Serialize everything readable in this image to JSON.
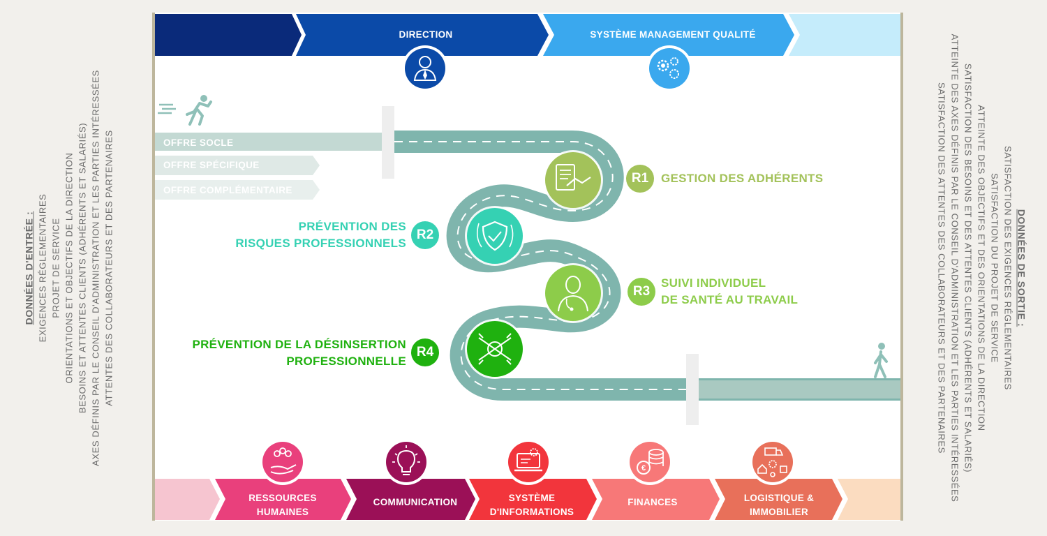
{
  "inputs": {
    "title": "DONNÉES D'ENTRÉE :",
    "items": [
      "EXIGENCES RÉGLEMENTAIRES",
      "PROJET DE SERVICE",
      "ORIENTATIONS ET OBJECTIFS DE LA DIRECTION",
      "BESOINS ET ATTENTES CLIENTS (ADHÉRENTS ET SALARIÉS)",
      "AXES DÉFINIS PAR LE CONSEIL D'ADMINISTRATION ET LES PARTIES INTÉRESSÉES",
      "ATTENTES DES COLLABORATEURS ET DES PARTENAIRES"
    ]
  },
  "outputs": {
    "title": "DONNÉES DE SORTIE :",
    "items": [
      "SATISFACTION DES EXIGENCES RÉGLEMENTAIRES",
      "SATISFACTION DU PROJET DE SERVICE",
      "ATTEINTE DES OBJECTIFS ET DES ORIENTATIONS DE LA DIRECTION",
      "SATISFACTION DES BESOINS ET DES ATTENTES CLIENTS (ADHÉRENTS ET SALARIÉS)",
      "ATTEINTE DES AXES DÉFINIS PAR LE CONSEIL D'ADMINISTRATION ET LES PARTIES INTÉRESSÉES",
      "SATISFACTION DES ATTENTES DES COLLABORATEURS ET DES PARTENAIRES"
    ]
  },
  "top_processes": {
    "direction": "DIRECTION",
    "qms": "SYSTÈME MANAGEMENT QUALITÉ",
    "colors": [
      "#0a2a7a",
      "#0b4aa8",
      "#3aa8ee",
      "#c5ecfb"
    ]
  },
  "offers": [
    "OFFRE SOCLE",
    "OFFRE SPÉCIFIQUE",
    "OFFRE COMPLÉMENTAIRE"
  ],
  "core_processes": [
    {
      "badge": "R1",
      "title_lines": [
        "GESTION DES ADHÉRENTS"
      ],
      "color": "#a3c25a",
      "icon": "handshake-contract-icon"
    },
    {
      "badge": "R2",
      "title_lines": [
        "PRÉVENTION DES",
        "RISQUES PROFESSIONNELS"
      ],
      "color": "#35d1b3",
      "icon": "shield-icon"
    },
    {
      "badge": "R3",
      "title_lines": [
        "SUIVI INDIVIDUEL",
        "DE SANTÉ AU TRAVAIL"
      ],
      "color": "#8dcc4a",
      "icon": "doctor-icon"
    },
    {
      "badge": "R4",
      "title_lines": [
        "PRÉVENTION DE LA DÉSINSERTION",
        "PROFESSIONNELLE"
      ],
      "color": "#1fb10f",
      "icon": "hands-together-icon"
    }
  ],
  "support_processes": [
    {
      "lines": [
        "RESSOURCES",
        "HUMAINES"
      ],
      "color": "#e9407c",
      "icon": "people-hand-icon"
    },
    {
      "lines": [
        "COMMUNICATION"
      ],
      "color": "#9b1057",
      "icon": "lightbulb-icon"
    },
    {
      "lines": [
        "SYSTÈME",
        "D'INFORMATIONS"
      ],
      "color": "#f2353c",
      "icon": "laptop-gears-icon"
    },
    {
      "lines": [
        "FINANCES"
      ],
      "color": "#f77878",
      "icon": "euro-coins-icon"
    },
    {
      "lines": [
        "LOGISTIQUE &",
        "IMMOBILIER"
      ],
      "color": "#e8705a",
      "icon": "logistics-icon"
    }
  ],
  "road_color": "#7fb5ad"
}
